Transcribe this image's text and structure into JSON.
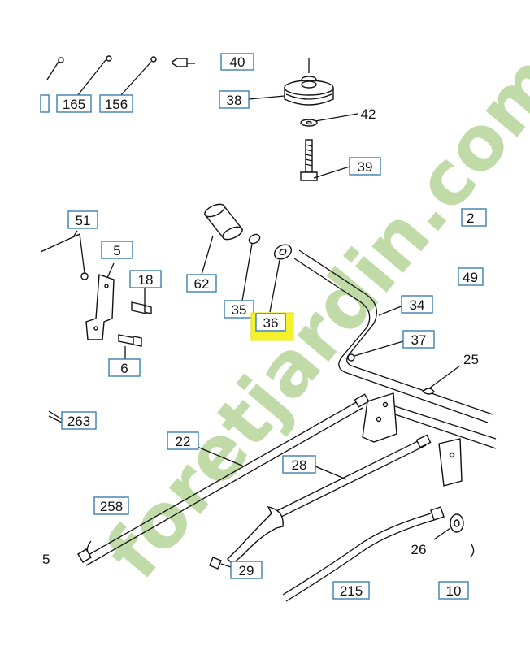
{
  "callouts": {
    "c165": "165",
    "c156": "156",
    "c40": "40",
    "c38": "38",
    "c42": "42",
    "c39": "39",
    "c51": "51",
    "c5": "5",
    "c18": "18",
    "c62": "62",
    "c35": "35",
    "c36": "36",
    "c34": "34",
    "c37": "37",
    "c6": "6",
    "c263": "263",
    "c22": "22",
    "c28": "28",
    "c258": "258",
    "c26": "26",
    "c29": "29",
    "c215": "215",
    "c10": "10",
    "edge_2": "2",
    "edge_49": "49",
    "edge_25": "25",
    "edge_5": "5"
  },
  "watermark": {
    "text": "foretjardin.com",
    "colors": {
      "green": "#b6d59a",
      "orange": "#f2c792",
      "gray": "#cfc9bb"
    }
  },
  "highlight_color": "#f4f22a",
  "box_color": "#3a7fb0"
}
